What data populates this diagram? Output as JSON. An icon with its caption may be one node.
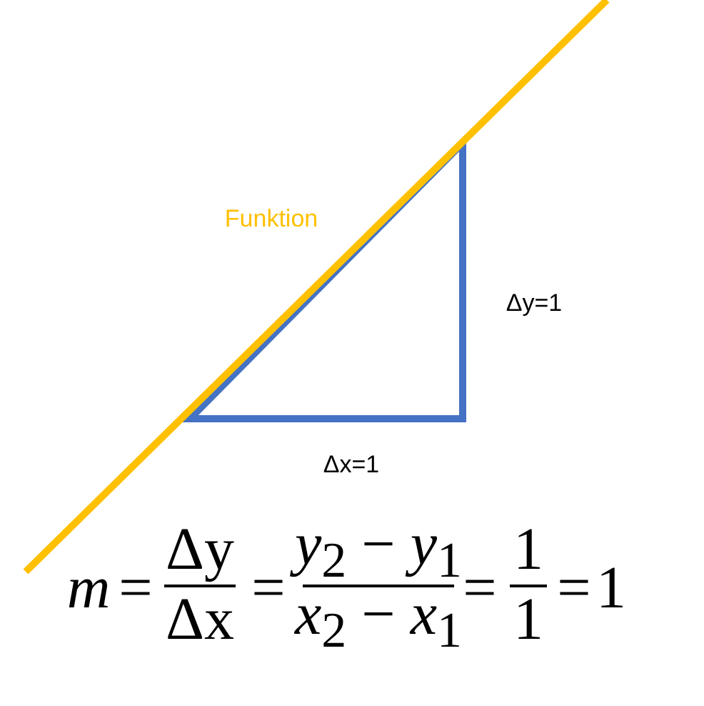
{
  "diagram": {
    "labels": [
      "Funktion",
      "Δy=1",
      "Δx=1",
      "m",
      "=",
      "Δy",
      "Δx",
      "=",
      "*y*$_{2}$ − *y*$_{1}$",
      "*x*$_{2}$ − *x*$_{1}$",
      "=",
      "1",
      "1",
      "=",
      "1"
    ]
  }
}
